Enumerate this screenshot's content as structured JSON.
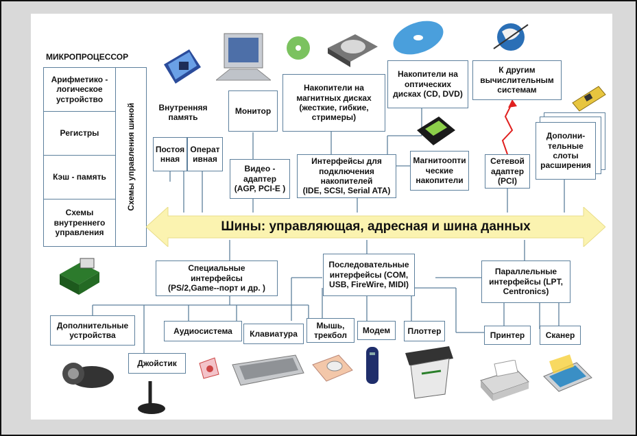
{
  "microprocessor": {
    "title": "МИКРОПРОЦЕССОР",
    "alu": "Арифметико - логическое устройство",
    "registers": "Регистры",
    "cache": "Кэш - память",
    "internal_control": "Схемы внутреннего управления",
    "bus_control": "Схемы управления шиной"
  },
  "memory": {
    "title": "Внутренняя\nпамять",
    "rom": "Постоя\nнная",
    "ram": "Операт\nивная"
  },
  "monitor": "Монитор",
  "video_adapter": "Видео -\nадаптер\n(AGP, PCI-E )",
  "magnetic_drives": "Накопители на\nмагнитных дисках\n(жесткие, гибкие,\nстримеры)",
  "optical_drives": "Накопители на\nоптических\nдисках (CD, DVD)",
  "storage_interfaces": "Интерфейсы для\nподключения\nнакопителей\n(IDE, SCSI, Serial ATA)",
  "magneto_optical": "Магнитоопти\nческие\nнакопители",
  "other_systems": "К другим\nвычислительным\nсистемам",
  "network_adapter": "Сетевой\nадаптер\n(PCI)",
  "expansion_slots": "Дополни-\nтельные\nслоты\nрасширения",
  "bus_banner": "Шины: управляющая, адресная и шина данных",
  "special_interfaces": "Специальные\nинтерфейсы\n(PS/2,Game--порт и др. )",
  "serial_interfaces": "Последовательные\nинтерфейсы (COM,\nUSB, FireWire, MIDI)",
  "parallel_interfaces": "Параллельные\nинтерфейсы (LPT,\nCentronics)",
  "peripherals": {
    "additional_devices": "Дополнительные\nустройства",
    "joystick": "Джойстик",
    "audio": "Аудиосистема",
    "keyboard": "Клавиатура",
    "mouse": "Мышь,\nтрекбол",
    "modem": "Модем",
    "plotter": "Плоттер",
    "printer": "Принтер",
    "scanner": "Сканер"
  },
  "colors": {
    "bus_arrow": "#fbf3b0",
    "connector": "#5c7f9c",
    "frame_bg": "#d9d9d9",
    "network_arrow": "#e0201f"
  },
  "icons": [
    "cpu-chip-icon",
    "memory-module-icon",
    "monitor-icon",
    "cd-disk-icon",
    "hard-drive-icon",
    "optical-disc-icon",
    "floppy-disk-icon",
    "globe-network-icon",
    "expansion-card-icon",
    "webcam-icon",
    "joystick-icon",
    "speaker-icon",
    "keyboard-icon",
    "mouse-icon",
    "modem-icon",
    "plotter-icon",
    "printer-icon",
    "scanner-icon"
  ]
}
